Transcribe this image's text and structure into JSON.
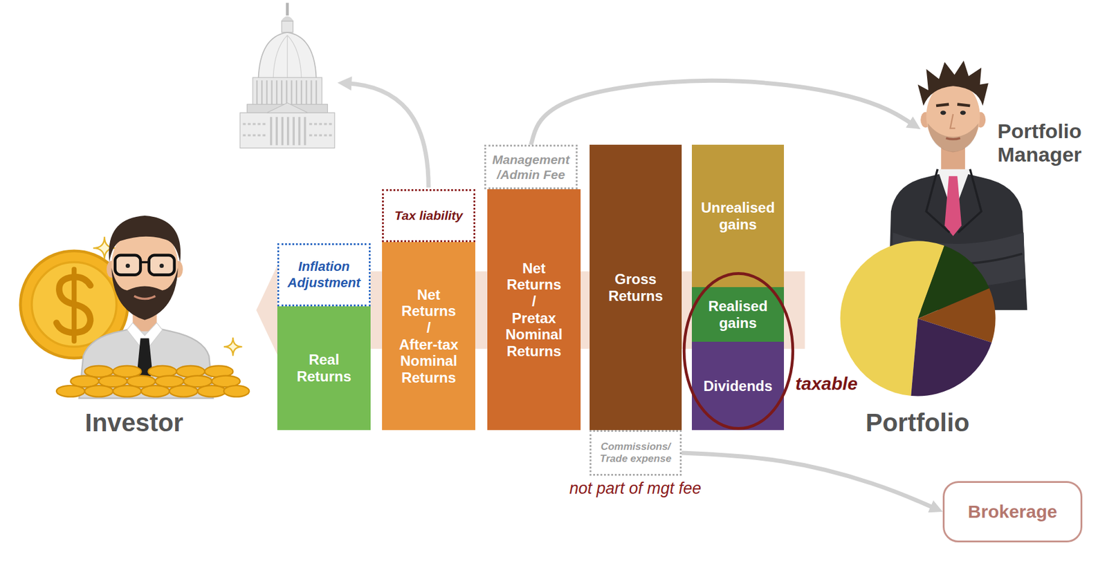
{
  "diagram": {
    "nodes": [
      {
        "text": [
          "Inflation Adjustment"
        ]
      },
      {
        "text": [
          "Real Returns"
        ]
      },
      {
        "text": [
          "Tax liability"
        ]
      },
      {
        "text": [
          "Net Returns / After-tax Nominal Returns"
        ]
      },
      {
        "text": [
          "Management /Admin Fee"
        ]
      },
      {
        "text": [
          "Net Returns / Pretax Nominal Returns"
        ]
      },
      {
        "text": [
          "Gross Returns"
        ]
      },
      {
        "text": [
          "Commissions/ Trade expense"
        ]
      },
      {
        "text": [
          "Unrealised gains"
        ]
      },
      {
        "text": [
          "Realised gains"
        ]
      },
      {
        "text": [
          "Dividends"
        ]
      },
      {
        "text": [
          "Portfolio Manager"
        ]
      },
      {
        "text": [
          "Brokerage"
        ]
      }
    ],
    "edges": [
      {
        "from": 4,
        "to": 11,
        "arrow": "to"
      },
      {
        "from": 7,
        "to": 12,
        "arrow": "to"
      }
    ],
    "labels": [
      "Investor",
      "taxable",
      "not part of mgt fee",
      "Portfolio"
    ]
  }
}
